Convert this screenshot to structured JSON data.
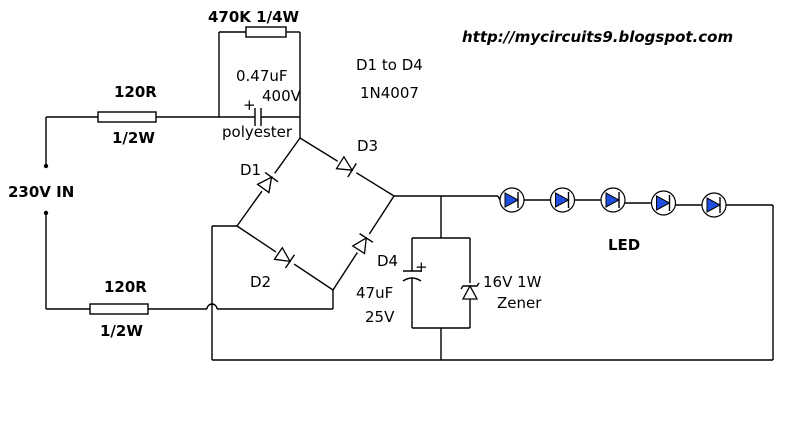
{
  "url": "http://mycircuits9.blogspot.com",
  "input": {
    "label": "230V IN"
  },
  "resistor_top": {
    "value": "120R",
    "power": "1/2W"
  },
  "resistor_bottom": {
    "value": "120R",
    "power": "1/2W"
  },
  "bleeder_resistor": {
    "label": "470K 1/4W"
  },
  "capacitor_x": {
    "value": "0.47uF",
    "voltage": "400V",
    "type": "polyester",
    "polarity": "+"
  },
  "bridge_note": {
    "range": "D1 to D4",
    "part": "1N4007"
  },
  "diodes": {
    "d1": "D1",
    "d2": "D2",
    "d3": "D3",
    "d4": "D4"
  },
  "filter_cap": {
    "value": "47uF",
    "voltage": "25V",
    "polarity": "+"
  },
  "zener": {
    "rating": "16V 1W",
    "type": "Zener"
  },
  "led": {
    "label": "LED",
    "count": 5,
    "color": "#1f4fe0"
  }
}
